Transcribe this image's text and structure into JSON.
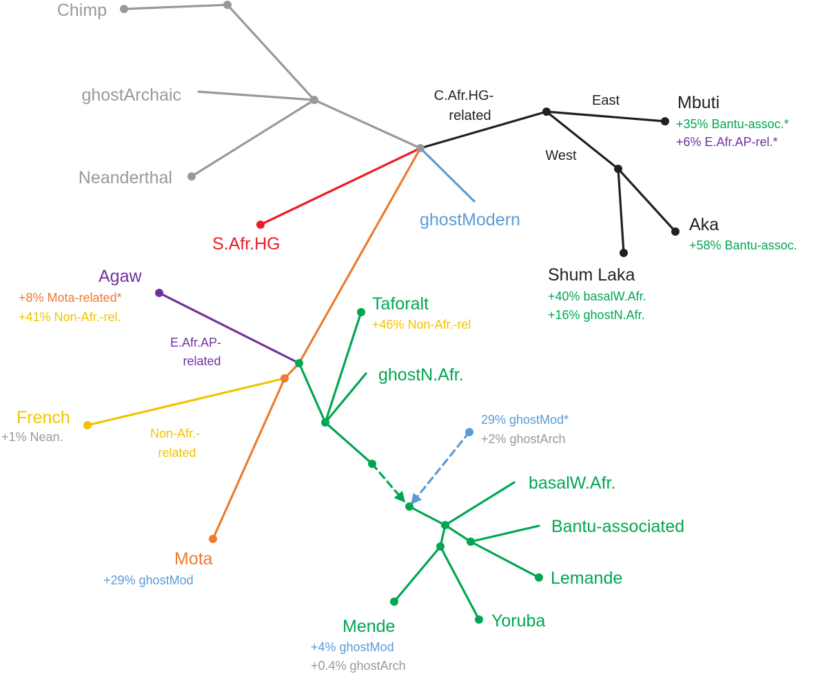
{
  "colors": {
    "gray": "#999999",
    "black": "#231f20",
    "red": "#ed1c24",
    "blue": "#5b9bd5",
    "orange": "#ec7b30",
    "purple": "#7030a0",
    "green": "#00a651",
    "yellow": "#f2c300"
  },
  "labels": {
    "chimp": "Chimp",
    "ghost_archaic": "ghostArchaic",
    "neanderthal": "Neanderthal",
    "cafr_hg_line1": "C.Afr.HG-",
    "cafr_hg_line2": "related",
    "east": "East",
    "west": "West",
    "mbuti": "Mbuti",
    "mbuti_note1": "+35% Bantu-assoc.*",
    "mbuti_note2": "+6% E.Afr.AP-rel.*",
    "aka": "Aka",
    "aka_note": "+58% Bantu-assoc.",
    "shum_laka": "Shum Laka",
    "shum_note1": "+40% basalW.Afr.",
    "shum_note2": "+16% ghostN.Afr.",
    "safr_hg": "S.Afr.HG",
    "ghost_modern": "ghostModern",
    "agaw": "Agaw",
    "agaw_note1": "+8% Mota-related*",
    "agaw_note2": "+41% Non-Afr.-rel.",
    "eafr_ap_line1": "E.Afr.AP-",
    "eafr_ap_line2": "related",
    "taforalt": "Taforalt",
    "taforalt_note": "+46% Non-Afr.-rel",
    "ghost_nafr": "ghostN.Afr.",
    "french": "French",
    "french_note": "+1% Nean.",
    "nonafr_line1": "Non-Afr.-",
    "nonafr_line2": "related",
    "ghostmod_admix1": "29% ghostMod*",
    "ghostmod_admix2": "+2% ghostArch",
    "basal_wafr": "basalW.Afr.",
    "bantu_associated": "Bantu-associated",
    "lemande": "Lemande",
    "mota": "Mota",
    "mota_note": "+29% ghostMod",
    "mende": "Mende",
    "mende_note1": "+4% ghostMod",
    "mende_note2": "+0.4% ghostArch",
    "yoruba": "Yoruba"
  }
}
